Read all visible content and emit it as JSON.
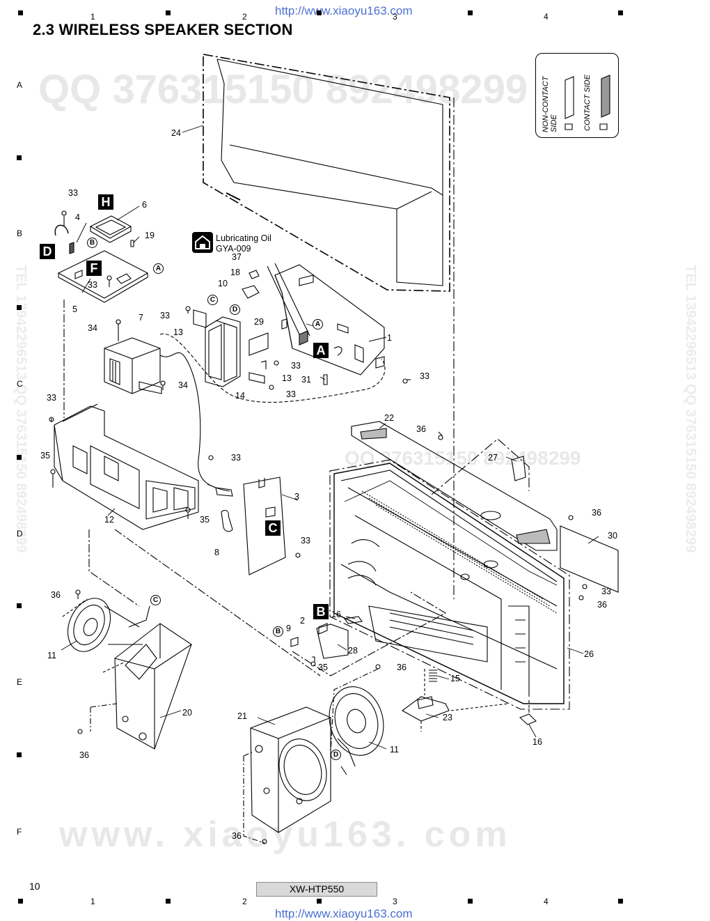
{
  "header": {
    "title": "2.3  WIRELESS SPEAKER SECTION",
    "url": "http://www.xiaoyu163.com"
  },
  "grid": {
    "columns": [
      "1",
      "2",
      "3",
      "4"
    ],
    "rows": [
      "A",
      "B",
      "C",
      "D",
      "E",
      "F"
    ]
  },
  "footer": {
    "page_number": "10",
    "model": "XW-HTP550",
    "url": "http://www.xiaoyu163.com"
  },
  "watermarks": {
    "qq": "QQ 376315150   892498299",
    "www": "www. xiaoyu163. com",
    "left_vertical": "TEL 13942296513  QQ 376315150  892498299",
    "right_vertical": "TEL 13942296513  QQ 376315150  892498299",
    "mid": "QQ  376315150   892498299"
  },
  "legend": {
    "non_contact": "NON-CONTACT SIDE",
    "contact": "CONTACT SIDE"
  },
  "lubricating_oil": {
    "line1": "Lubricating Oil",
    "line2": "GYA-009"
  },
  "box_labels": [
    "H",
    "D",
    "F",
    "A",
    "C",
    "B"
  ],
  "circle_labels": [
    "B",
    "A",
    "C",
    "D",
    "A",
    "C",
    "B",
    "D"
  ],
  "part_labels": {
    "p1": "1",
    "p2": "2",
    "p3": "3",
    "p4": "4",
    "p5": "5",
    "p6": "6",
    "p7": "7",
    "p8": "8",
    "p9": "9",
    "p10": "10",
    "p11a": "11",
    "p11b": "11",
    "p12": "12",
    "p13a": "13",
    "p13b": "13",
    "p14": "14",
    "p15": "15",
    "p16a": "16",
    "p16b": "16",
    "p18": "18",
    "p19": "19",
    "p20": "20",
    "p21": "21",
    "p22": "22",
    "p23": "23",
    "p24": "24",
    "p26": "26",
    "p27": "27",
    "p28": "28",
    "p29": "29",
    "p30": "30",
    "p31": "31",
    "p33a": "33",
    "p33b": "33",
    "p33c": "33",
    "p33d": "33",
    "p33e": "33",
    "p33f": "33",
    "p33g": "33",
    "p33h": "33",
    "p33i": "33",
    "p33j": "33",
    "p34a": "34",
    "p34b": "34",
    "p35a": "35",
    "p35b": "35",
    "p35c": "35",
    "p36a": "36",
    "p36b": "36",
    "p36c": "36",
    "p36d": "36",
    "p36e": "36",
    "p36f": "36",
    "p37": "37"
  }
}
